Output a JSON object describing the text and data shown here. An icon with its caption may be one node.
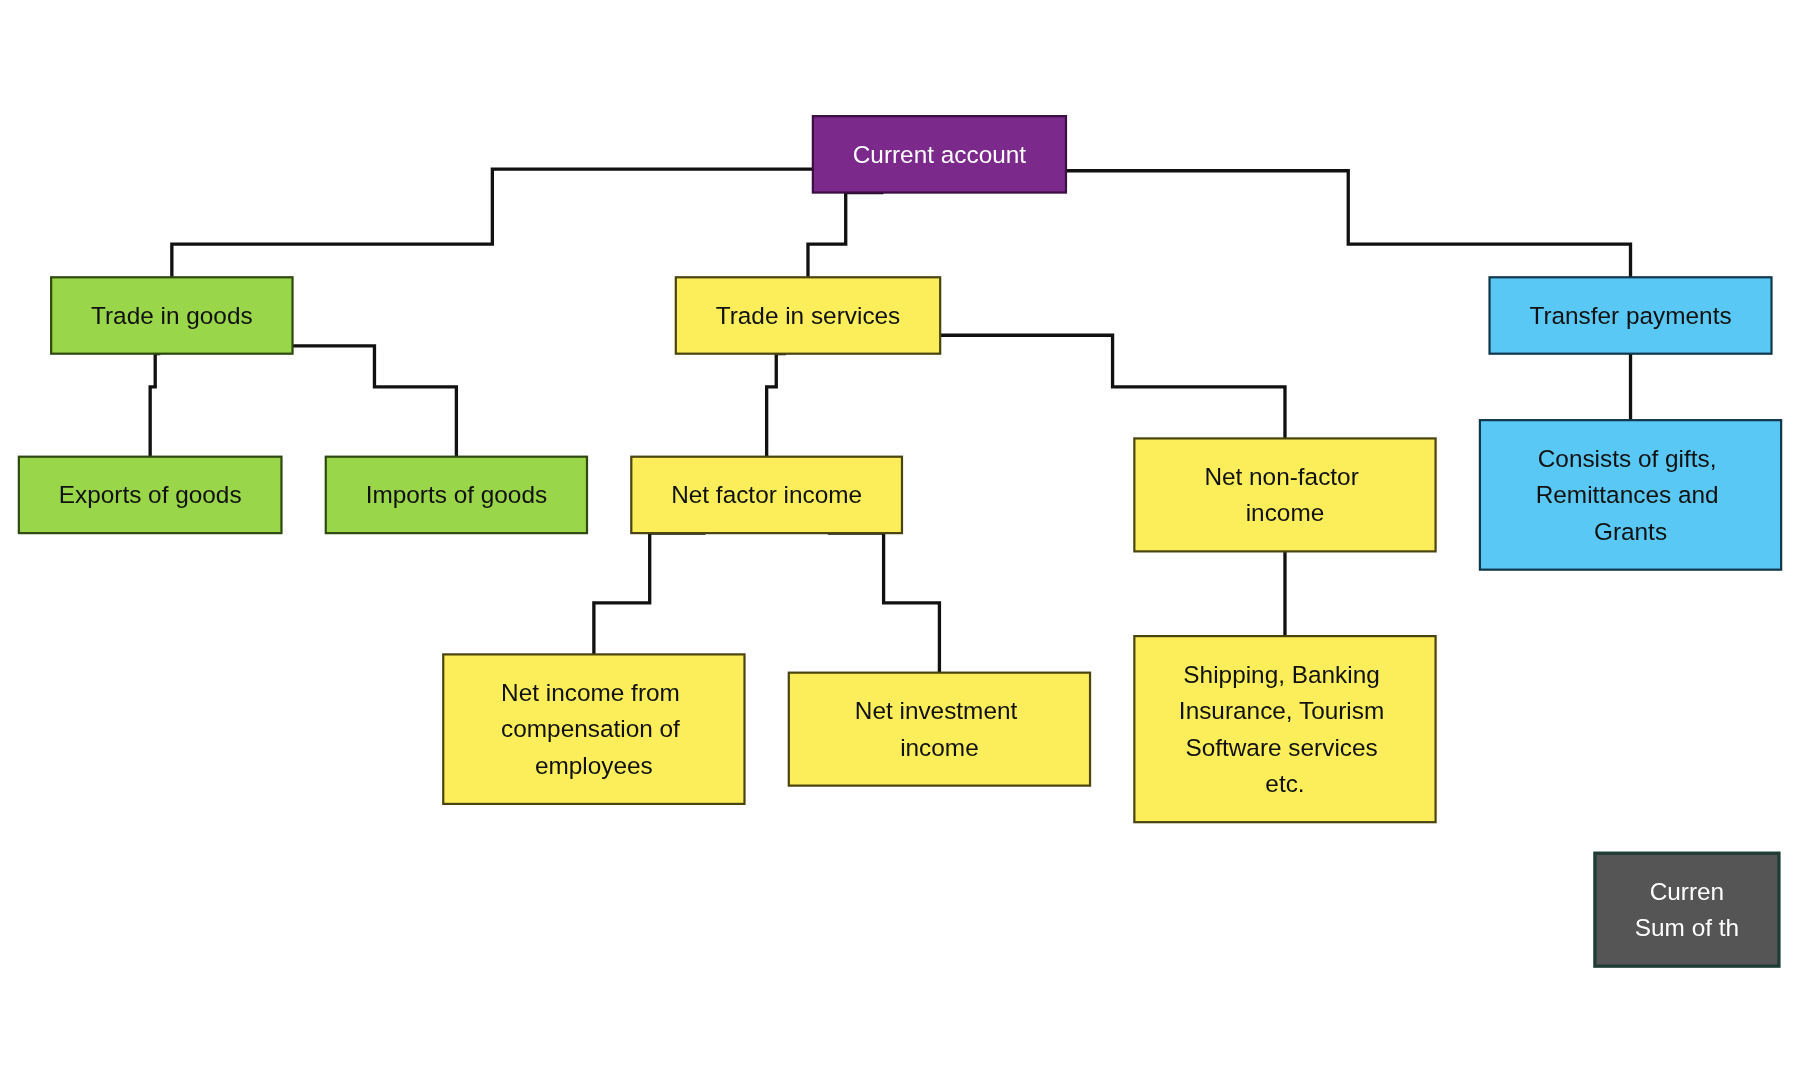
{
  "diagram": {
    "nodes": [
      {
        "text": [
          "Current account"
        ]
      },
      {
        "text": [
          "Trade in goods"
        ]
      },
      {
        "text": [
          "Trade in services"
        ]
      },
      {
        "text": [
          "Transfer payments"
        ]
      },
      {
        "text": [
          "Exports of goods"
        ]
      },
      {
        "text": [
          "Imports of goods"
        ]
      },
      {
        "text": [
          "Net factor income"
        ]
      },
      {
        "text": [
          "Net non-factor income"
        ]
      },
      {
        "text": [
          "Consists of gifts, Remittances and Grants"
        ]
      },
      {
        "text": [
          "Shipping, Banking Insurance, Tourism Software services etc."
        ]
      },
      {
        "text": [
          "Net income from compensation of employees"
        ]
      },
      {
        "text": [
          "Net investment income"
        ]
      },
      {
        "text": [
          "Curren",
          "Sum of th"
        ]
      }
    ],
    "edges": [
      {
        "from": 0,
        "to": 1,
        "arrow": "none"
      },
      {
        "from": 0,
        "to": 2,
        "arrow": "none"
      },
      {
        "from": 0,
        "to": 3,
        "arrow": "none"
      },
      {
        "from": 1,
        "to": 4,
        "arrow": "none"
      },
      {
        "from": 1,
        "to": 5,
        "arrow": "none"
      },
      {
        "from": 2,
        "to": 6,
        "arrow": "none"
      },
      {
        "from": 2,
        "to": 7,
        "arrow": "none"
      },
      {
        "from": 3,
        "to": 8,
        "arrow": "none"
      },
      {
        "from": 7,
        "to": 9,
        "arrow": "none"
      },
      {
        "from": 6,
        "to": 10,
        "arrow": "none"
      },
      {
        "from": 6,
        "to": 11,
        "arrow": "none"
      }
    ]
  }
}
